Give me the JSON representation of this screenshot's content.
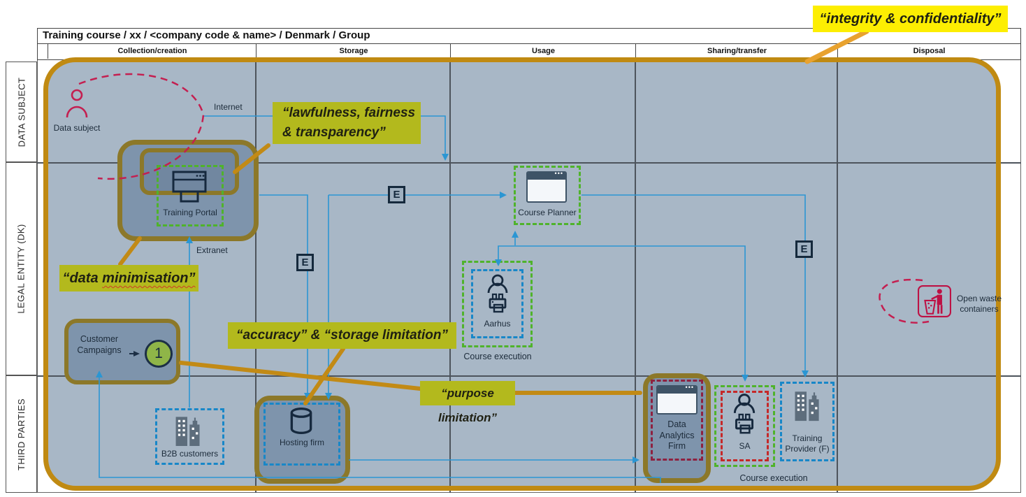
{
  "header": {
    "title": "Training course / xx / <company code & name> / Denmark / Group",
    "columns": [
      "Collection/creation",
      "Storage",
      "Usage",
      "Sharing/transfer",
      "Disposal"
    ]
  },
  "rows": [
    "DATA SUBJECT",
    "LEGAL ENTITY (DK)",
    "THIRD PARTIES"
  ],
  "callouts": {
    "integrity": "“integrity & confidentiality”",
    "lawfulness": "“lawfulness, fairness & transparency”",
    "data_minimisation_prefix": "“data ",
    "data_minimisation_word": "minimisation”",
    "accuracy_storage": "“accuracy” & “storage limitation”",
    "purpose": "“purpose limitation”"
  },
  "labels": {
    "internet": "Internet",
    "extranet": "Extranet",
    "encryption_marker": "E"
  },
  "nodes": {
    "data_subject": "Data subject",
    "training_portal": "Training Portal",
    "course_planner": "Course Planner",
    "aarhus": "Aarhus",
    "course_execution_usage": "Course execution",
    "customer_campaigns": "Customer Campaigns",
    "campaign_step": "1",
    "b2b_customers": "B2B customers",
    "hosting_firm": "Hosting firm",
    "data_analytics_firm": "Data Analytics Firm",
    "sa": "SA",
    "training_provider": "Training Provider (F)",
    "course_execution_sharing": "Course execution",
    "open_waste_line1": "Open waste",
    "open_waste_line2": "containers"
  },
  "colors": {
    "canvas_fill": "#a8b7c6",
    "canvas_border_gold": "#c08a12",
    "inner_box_fill": "#7e94ac",
    "inner_box_border_olive": "#8c7829",
    "green_dash": "#4fb32b",
    "blue_dash": "#1887c8",
    "maroon_dash": "#8e2140",
    "red_dash": "#c62828",
    "crimson": "#c41f50",
    "flow_line_blue": "#2b96d3",
    "callout_yellow": "#fdee02",
    "callout_olive": "#b3b91d",
    "gold_connector": "#c28a15",
    "icon_navy": "#16293e",
    "icon_gray": "#5d6d7c",
    "step_circle_green": "#8fb548"
  }
}
